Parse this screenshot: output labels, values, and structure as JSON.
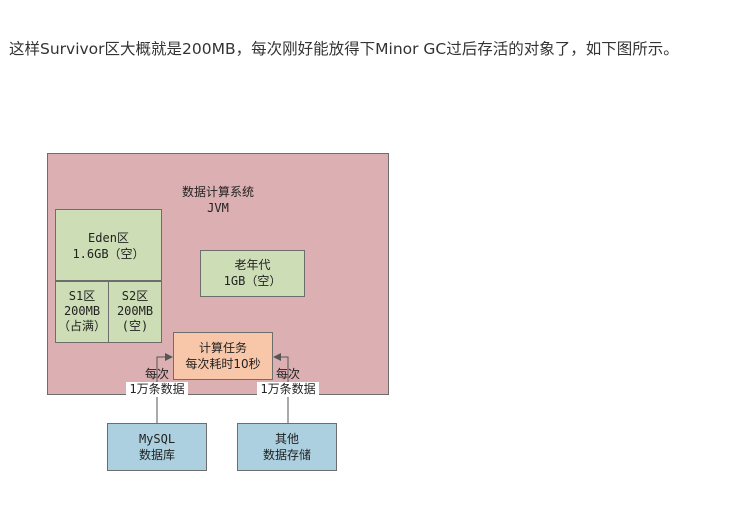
{
  "paragraph": "这样Survivor区大概就是200MB，每次刚好能放得下Minor GC过后存活的对象了，如下图所示。",
  "diagram": {
    "system_title": "数据计算系统",
    "jvm_label": "JVM",
    "eden": {
      "line1": "Eden区",
      "line2": "1.6GB（空）"
    },
    "old_gen": {
      "line1": "老年代",
      "line2": "1GB（空）"
    },
    "s1": {
      "line1": "S1区",
      "line2": "200MB",
      "line3": "（占满）"
    },
    "s2": {
      "line1": "S2区",
      "line2": "200MB",
      "line3": "(空)"
    },
    "task": {
      "line1": "计算任务",
      "line2": "每次耗时10秒"
    },
    "left_edge": {
      "line1": "每次",
      "line2": "1万条数据"
    },
    "right_edge": {
      "line1": "每次",
      "line2": "1万条数据"
    },
    "mysql": {
      "line1": "MySQL",
      "line2": "数据库"
    },
    "other": {
      "line1": "其他",
      "line2": "数据存储"
    }
  },
  "colors": {
    "jvm_fill": "#dcb0b2",
    "memory_fill": "#cdddb6",
    "task_fill": "#f8c7aa",
    "source_fill": "#acd0df"
  }
}
